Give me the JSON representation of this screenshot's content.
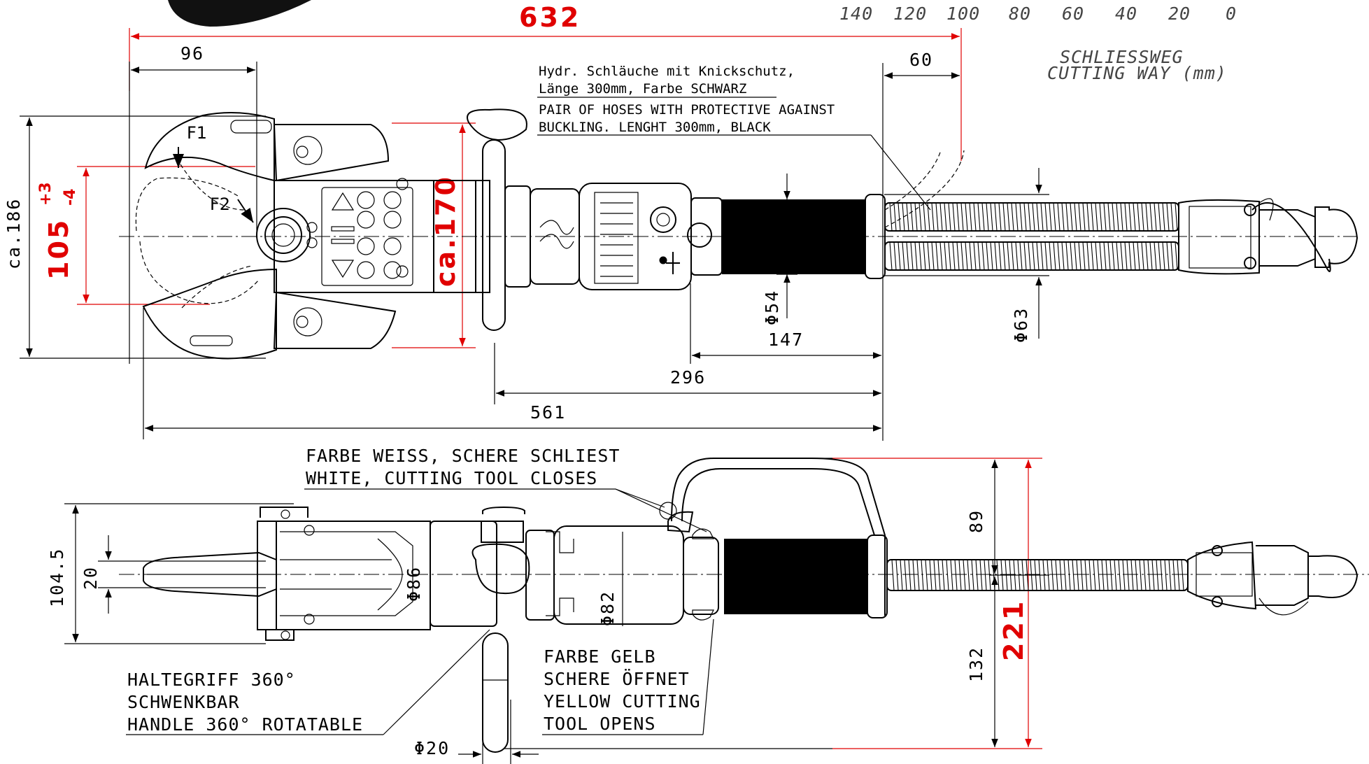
{
  "scale": {
    "ticks": [
      "140",
      "120",
      "100",
      "80",
      "60",
      "40",
      "20",
      "0"
    ],
    "label_de": "SCHLIESSWEG",
    "label_en": "CUTTING WAY (mm)"
  },
  "dimensions": {
    "overall_length": "632",
    "jaw_length": "96",
    "hose_offset": "60",
    "height_total": "ca.186",
    "opening": "105",
    "opening_tol_plus": "+3",
    "opening_tol_minus": "-4",
    "head_height": "ca.170",
    "hose_dia_single": "Φ54",
    "hose_dia_pair": "Φ63",
    "len_147": "147",
    "len_296": "296",
    "len_561": "561",
    "width_104": "104.5",
    "width_20": "20",
    "dia_86": "Φ86",
    "dia_82": "Φ82",
    "height_89": "89",
    "height_132": "132",
    "height_221": "221",
    "handle_dia": "Φ20"
  },
  "forces": {
    "f1": "F1",
    "f2": "F2"
  },
  "notes": {
    "hoses_de_1": "Hydr. Schläuche mit Knickschutz,",
    "hoses_de_2": "Länge 300mm, Farbe SCHWARZ",
    "hoses_en_1": "PAIR OF HOSES WITH PROTECTIVE AGAINST",
    "hoses_en_2": "BUCKLING. LENGHT 300mm, BLACK",
    "white_1": "FARBE WEISS, SCHERE SCHLIEST",
    "white_2": "WHITE, CUTTING TOOL CLOSES",
    "handle_1": "HALTEGRIFF 360°",
    "handle_2": "SCHWENKBAR",
    "handle_3": "HANDLE 360° ROTATABLE",
    "yellow_1": "FARBE GELB",
    "yellow_2": "SCHERE ÖFFNET",
    "yellow_3": "YELLOW CUTTING",
    "yellow_4": "TOOL OPENS"
  }
}
